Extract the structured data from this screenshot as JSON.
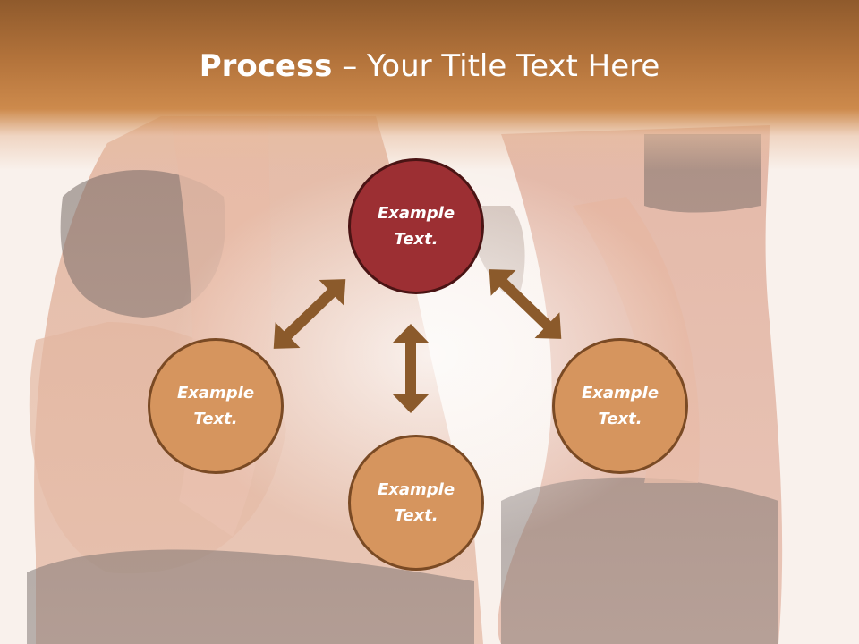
{
  "slide": {
    "title_bold": "Process",
    "title_rest": " – Your Title Text Here"
  },
  "diagram": {
    "center": {
      "label": "Example\nText."
    },
    "satellites": [
      {
        "id": "left",
        "label": "Example\nText."
      },
      {
        "id": "bottom",
        "label": "Example\nText."
      },
      {
        "id": "right",
        "label": "Example\nText."
      }
    ]
  },
  "colors": {
    "header": "#b3733b",
    "center_node": "#9c2f33",
    "satellite_node": "#d6955e",
    "arrow": "#8b5a2b"
  },
  "icons": [
    "double-arrow-icon"
  ]
}
